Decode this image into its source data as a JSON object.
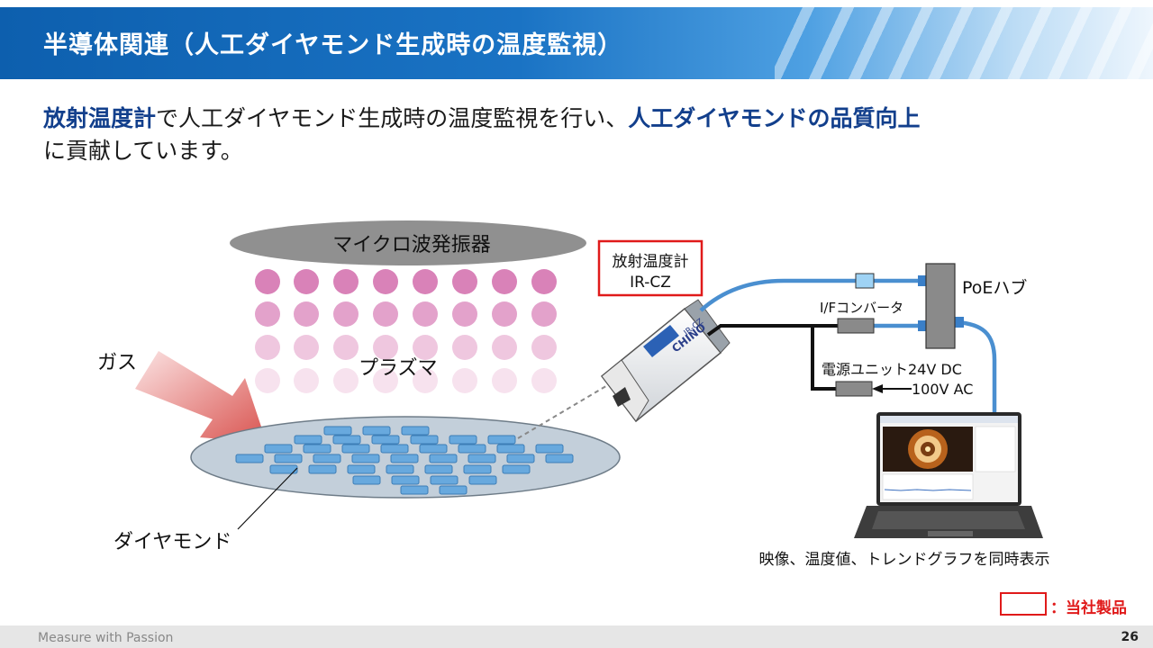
{
  "header": {
    "title": "半導体関連（人工ダイヤモンド生成時の温度監視）"
  },
  "lead": {
    "part1_em": "放射温度計",
    "part2": "で人工ダイヤモンド生成時の温度監視を行い、",
    "part3_em": "人工ダイヤモンドの品質向上",
    "part4": "に貢献しています。"
  },
  "diagram": {
    "microwave_label": "マイクロ波発振器",
    "plasma_label": "プラズマ",
    "gas_label": "ガス",
    "diamond_label": "ダイヤモンド",
    "thermometer_line1": "放射温度計",
    "thermometer_line2": "IR-CZ",
    "sensor_body_text": "CHINO",
    "sensor_model_text": "IR-CZ",
    "poe_label": "PoEハブ",
    "if_label": "I/Fコンバータ",
    "power_label": "電源ユニット24V DC",
    "ac_label": "100V AC",
    "pc_caption": "映像、温度値、トレンドグラフを同時表示"
  },
  "legend": {
    "text": "：当社製品"
  },
  "footer": {
    "tagline": "Measure with Passion",
    "page": "26"
  },
  "colors": {
    "header_blue": "#0d5fae",
    "emphasis_navy": "#123f8c",
    "product_red": "#e01a1a",
    "cable_blue": "#4a8fd0",
    "plasma_pink": "#d982b8"
  }
}
